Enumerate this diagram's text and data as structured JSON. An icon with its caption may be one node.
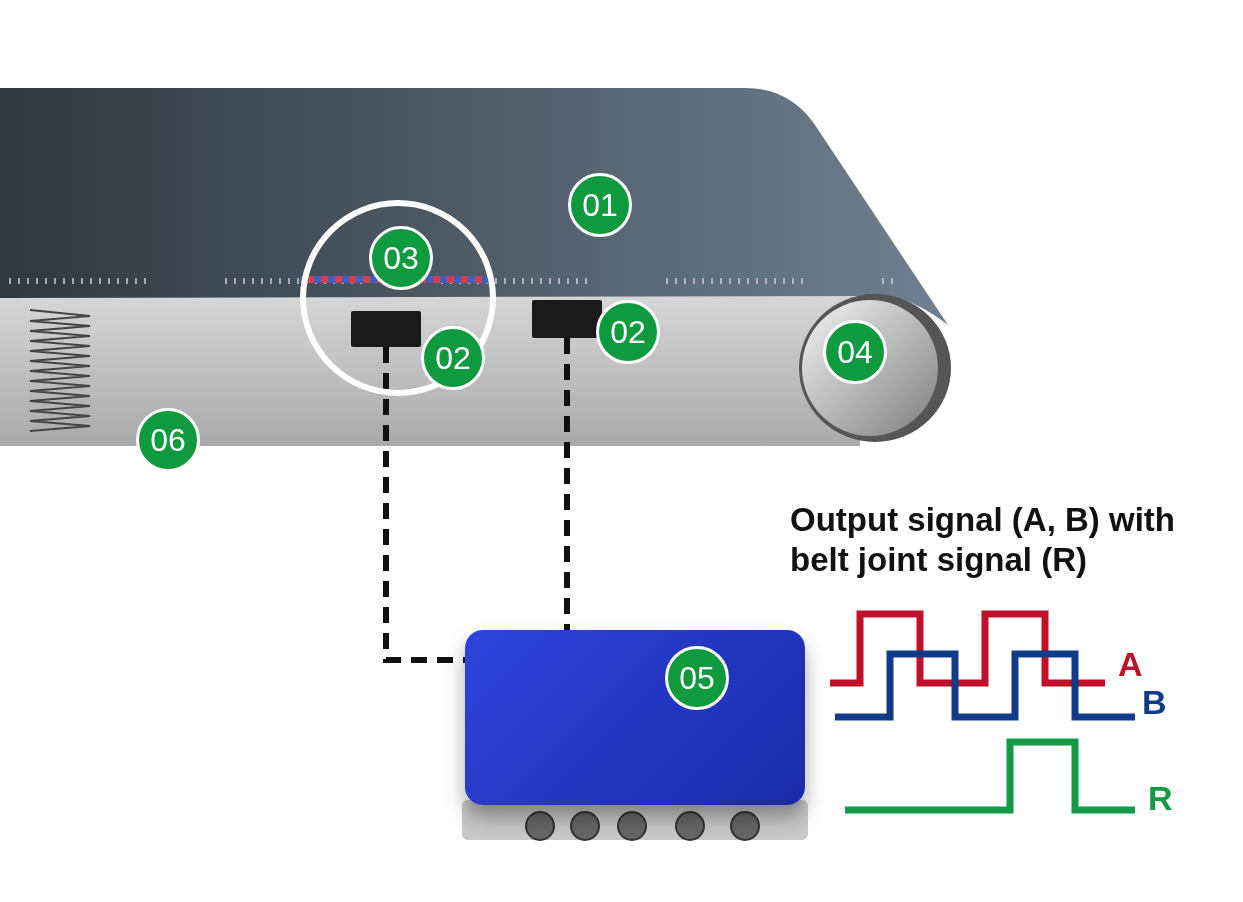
{
  "diagram": {
    "nodes": [
      {
        "text": [
          "01"
        ]
      },
      {
        "text": [],
        "shape": "circle"
      },
      {
        "text": [
          "03"
        ],
        "in": 1
      },
      {
        "text": [],
        "shape": "box",
        "in": 1
      },
      {
        "text": [
          "02"
        ],
        "in": 1
      },
      {
        "text": [],
        "shape": "box"
      },
      {
        "text": [
          "02"
        ]
      },
      {
        "text": [
          "04"
        ]
      },
      {
        "text": [
          "06"
        ]
      },
      {
        "text": [],
        "shape": "picture"
      },
      {
        "text": [
          "05"
        ],
        "in": 9
      }
    ],
    "edges": [
      {
        "from": 3,
        "to": 9,
        "arrow": "none",
        "style": "dashed"
      },
      {
        "from": 5,
        "to": 9,
        "arrow": "none",
        "style": "dashed"
      }
    ],
    "labels": [
      "Output signal (A, B) with belt joint signal (R)",
      "A",
      "B",
      "R"
    ]
  }
}
